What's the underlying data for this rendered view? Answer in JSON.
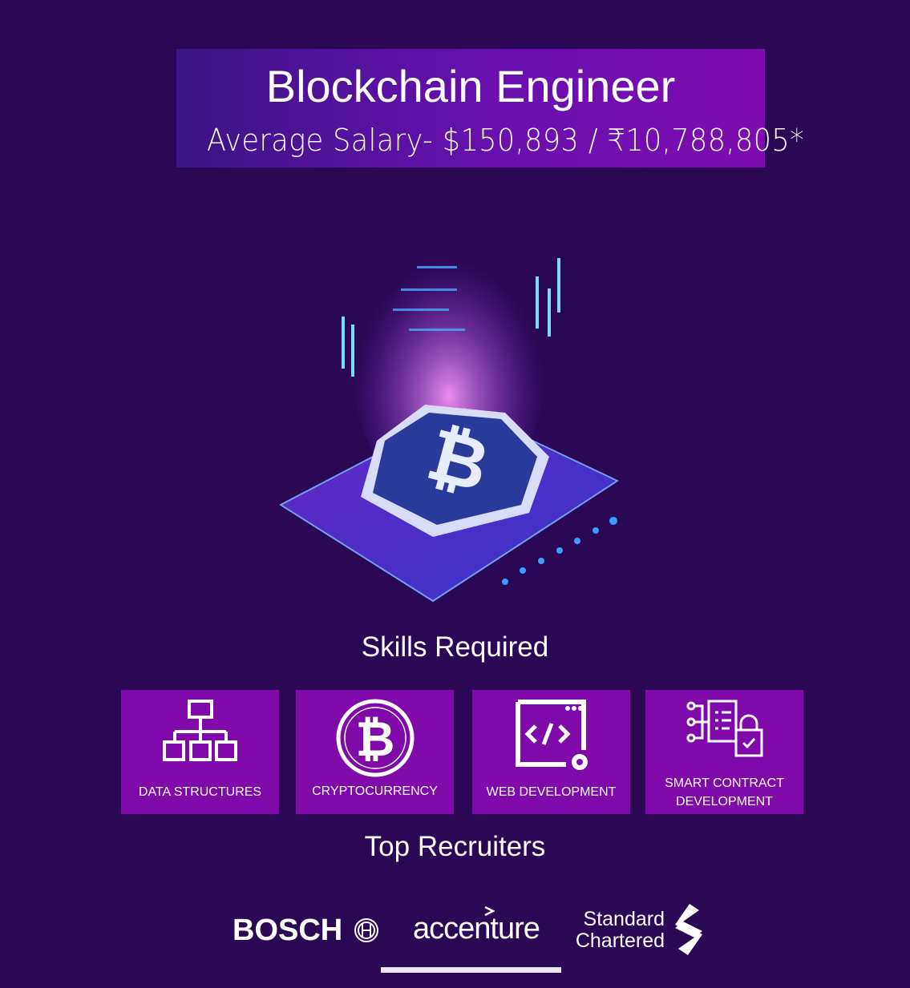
{
  "header": {
    "title": "Blockchain Engineer",
    "salary": "Average Salary- $150,893 / ₹10,788,805*"
  },
  "skills": {
    "heading": "Skills Required",
    "items": [
      {
        "label": "DATA STRUCTURES",
        "icon": "hierarchy-icon"
      },
      {
        "label": "CRYPTOCURRENCY",
        "icon": "bitcoin-icon"
      },
      {
        "label": "WEB DEVELOPMENT",
        "icon": "code-window-icon"
      },
      {
        "label": "SMART CONTRACT DEVELOPMENT",
        "icon": "contract-lock-icon"
      }
    ]
  },
  "recruiters": {
    "heading": "Top Recruiters",
    "logos": [
      "BOSCH",
      "accenture",
      "Standard",
      "Chartered"
    ]
  },
  "colors": {
    "background": "#2b0856",
    "tile": "#7f0aa9"
  }
}
